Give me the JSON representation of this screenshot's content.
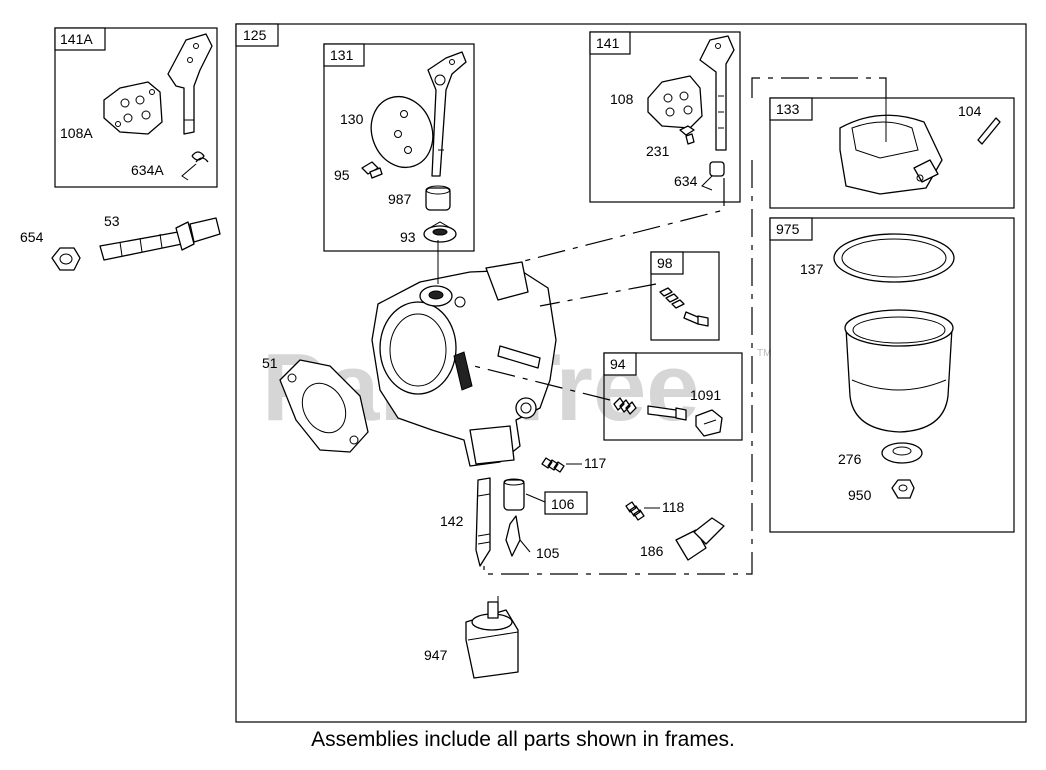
{
  "diagram_title": "",
  "caption": "Assemblies include all parts shown in frames.",
  "watermark": "PartsTree",
  "watermark_tm": "TM",
  "frames": {
    "f125": "125",
    "f141A": "141A",
    "f131": "131",
    "f141": "141",
    "f133": "133",
    "f975": "975",
    "f98": "98",
    "f94": "94",
    "f106": "106"
  },
  "parts": {
    "p108A": "108A",
    "p634A": "634A",
    "p654": "654",
    "p53": "53",
    "p130": "130",
    "p95": "95",
    "p987": "987",
    "p93": "93",
    "p108": "108",
    "p231": "231",
    "p634": "634",
    "p104": "104",
    "p137": "137",
    "p276": "276",
    "p950": "950",
    "p51": "51",
    "p1091": "1091",
    "p117": "117",
    "p118": "118",
    "p142": "142",
    "p105": "105",
    "p186": "186",
    "p947": "947"
  }
}
